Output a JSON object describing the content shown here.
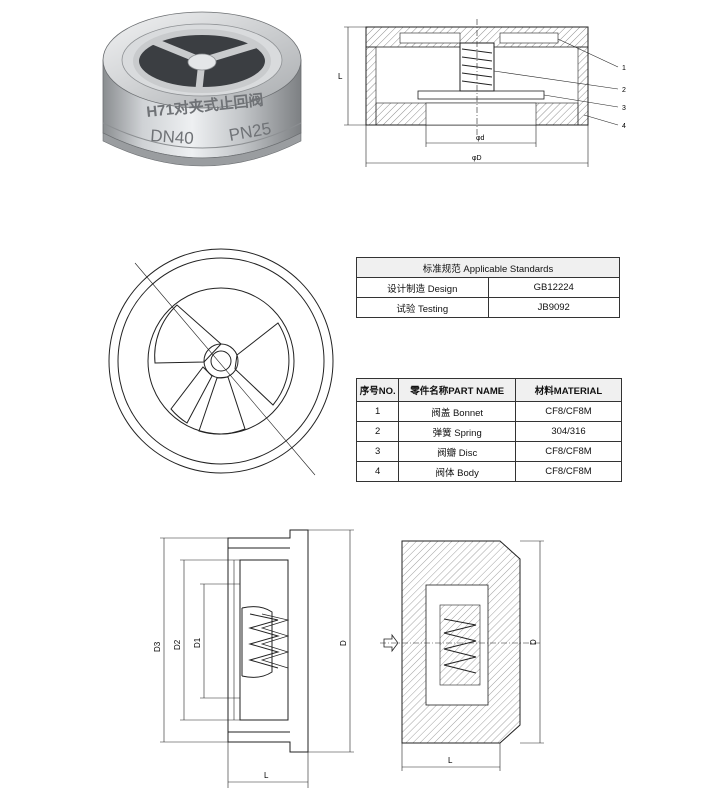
{
  "photo": {
    "embossed_line1": "H71对夹式止回阀",
    "embossed_dn": "DN40",
    "embossed_pn": "PN25"
  },
  "section_view": {
    "callouts": [
      "1",
      "2",
      "3",
      "4"
    ],
    "dim_L": "L",
    "dim_phi_d": "φd",
    "dim_phi_D": "φD"
  },
  "standards_table": {
    "title": "标准规范 Applicable Standards",
    "rows": [
      {
        "item": "设计制造 Design",
        "value": "GB12224"
      },
      {
        "item": "试验 Testing",
        "value": "JB9092"
      }
    ]
  },
  "parts_table": {
    "headers": [
      "序号NO.",
      "零件名称PART NAME",
      "材料MATERIAL"
    ],
    "rows": [
      {
        "no": "1",
        "name": "阀盖 Bonnet",
        "material": "CF8/CF8M"
      },
      {
        "no": "2",
        "name": "弹簧 Spring",
        "material": "304/316"
      },
      {
        "no": "3",
        "name": "阀瓣 Disc",
        "material": "CF8/CF8M"
      },
      {
        "no": "4",
        "name": "阀体 Body",
        "material": "CF8/CF8M"
      }
    ]
  },
  "lower_left_view": {
    "dim_D3": "D3",
    "dim_D2": "D2",
    "dim_D1": "D1",
    "dim_D": "D",
    "dim_L": "L"
  },
  "lower_right_view": {
    "dim_D": "D",
    "dim_L": "L"
  }
}
